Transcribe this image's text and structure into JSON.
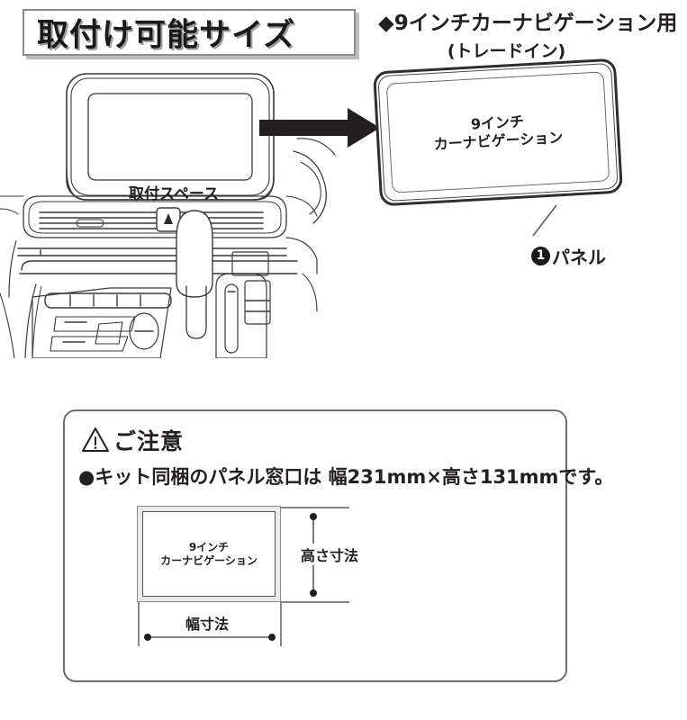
{
  "title_banner": {
    "text": "取付け可能サイズ"
  },
  "nav_header": {
    "main": "◆9インチカーナビゲーション用",
    "sub": "(トレードイン)"
  },
  "dashboard": {
    "mount_space_label": "取付スペース",
    "hazard_button_icon": "hazard-warning-icon"
  },
  "arrow": {
    "icon": "right-arrow-icon",
    "direction": "right"
  },
  "panel_unit": {
    "line1": "9インチ",
    "line2": "カーナビゲーション"
  },
  "callout": {
    "number": "1",
    "label": "パネル"
  },
  "caution": {
    "warning_icon": "warning-triangle-icon",
    "heading": "ご注意",
    "bullet": "●",
    "body": "キット同梱のパネル窓口は 幅231mm×高さ131mmです。",
    "panel_window_width_mm": "231",
    "panel_window_height_mm": "131"
  },
  "dimension_diagram": {
    "nav_line1": "9インチ",
    "nav_line2": "カーナビゲーション",
    "height_label": "高さ寸法",
    "width_label": "幅寸法"
  },
  "colors": {
    "ink": "#231f20",
    "line": "#545454",
    "border_gray": "#8c8c8c",
    "shadow_gray": "#bdbdbd",
    "panel_dark": "#2e2e2e",
    "fill_gray": "#e9e9e9"
  }
}
